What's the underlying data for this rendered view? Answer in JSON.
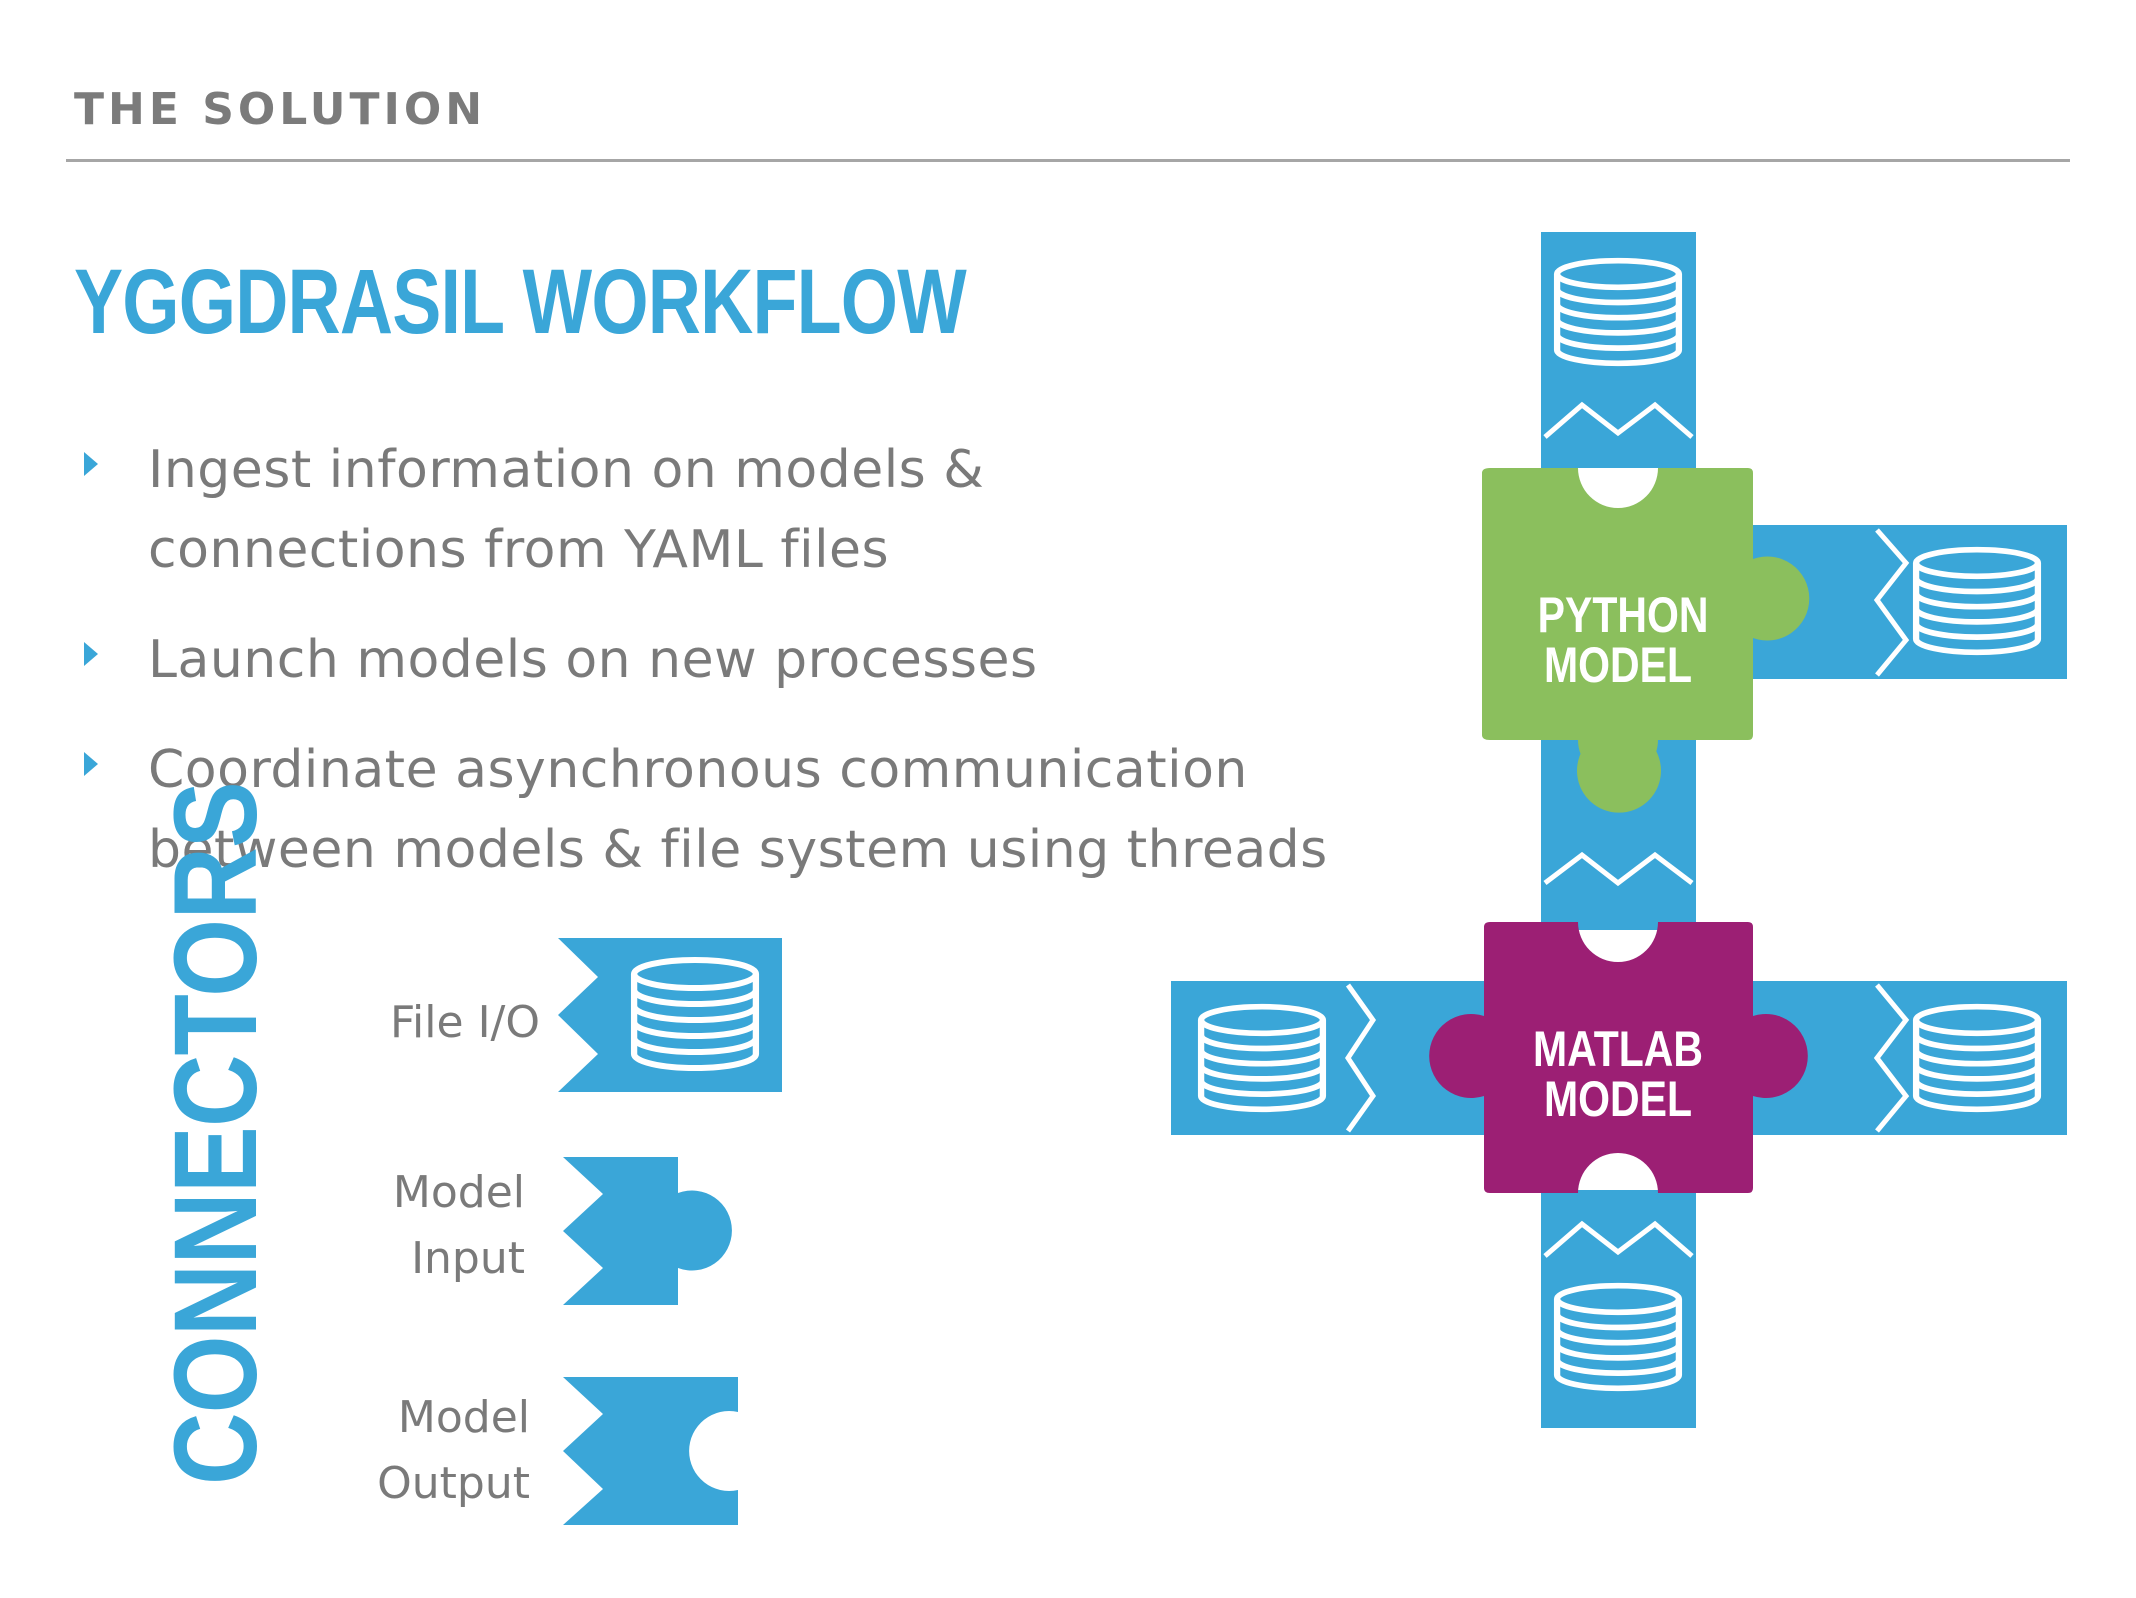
{
  "header": {
    "section_label": "THE SOLUTION",
    "title": "YGGDRASIL WORKFLOW"
  },
  "bullets": [
    {
      "text": "Ingest information on models &\nconnections from YAML files"
    },
    {
      "text": "Launch models on new processes"
    },
    {
      "text": "Coordinate asynchronous communication\nbetween models & file system using threads"
    }
  ],
  "connectors": {
    "title": "CONNECTORS",
    "items": [
      {
        "label": "File I/O",
        "icon": "database-icon"
      },
      {
        "label": "Model\nInput",
        "icon": "puzzle-tab-icon"
      },
      {
        "label": "Model\nOutput",
        "icon": "puzzle-socket-icon"
      }
    ]
  },
  "diagram": {
    "models": [
      {
        "label": "PYTHON\nMODEL",
        "color": "#8bbf5d"
      },
      {
        "label": "MATLAB MODEL",
        "color": "#9c1f74"
      }
    ],
    "connector_color": "#3aa6d8"
  },
  "colors": {
    "accent": "#3aa6d8",
    "text_gray": "#7a7a7a",
    "python_green": "#8bbf5d",
    "matlab_purple": "#9c1f74"
  }
}
